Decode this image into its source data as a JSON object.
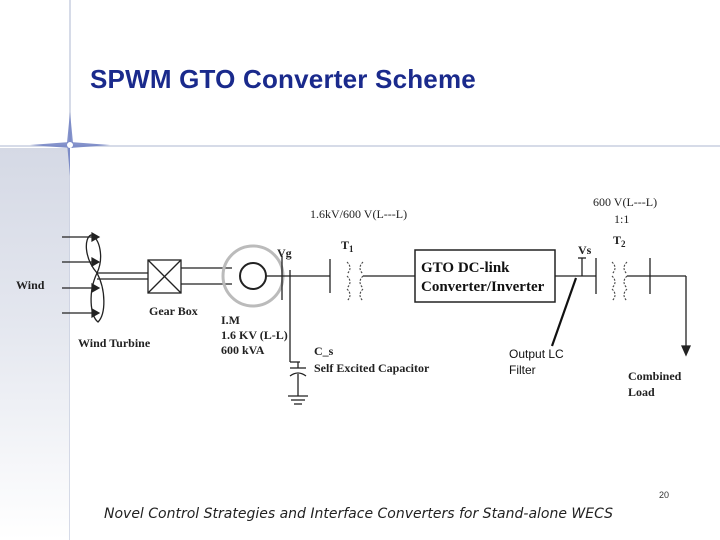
{
  "slide": {
    "title": "SPWM GTO Converter Scheme",
    "footer": "Novel Control Strategies and Interface Converters for Stand-alone WECS",
    "page_number": "20"
  },
  "diagram": {
    "wind": "Wind",
    "wind_turbine": "Wind Turbine",
    "gear_box": "Gear Box",
    "im_1": "I.M",
    "im_2": "1.6 KV (L-L)",
    "im_3": "600 kVA",
    "vg": "Vg",
    "t1": "T",
    "t1_sub": "1",
    "t1_rating": "1.6kV/600 V(L---L)",
    "cs": "C_s",
    "self_excited": "Self Excited Capacitor",
    "gto_1": "GTO DC-link",
    "gto_2": "Converter/Inverter",
    "vs": "Vs",
    "t2_rating": "600 V(L---L)",
    "t2_ratio": "1:1",
    "t2": "T",
    "t2_sub": "2",
    "output_filter_1": "Output LC",
    "output_filter_2": "Filter",
    "load_1": "Combined",
    "load_2": "Load"
  }
}
